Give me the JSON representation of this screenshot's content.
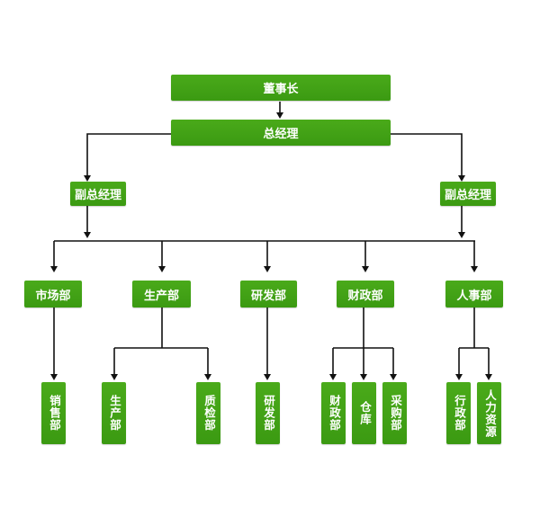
{
  "org_chart": {
    "chairman": "董事长",
    "general_manager": "总经理",
    "deputy_gm_left": "副总经理",
    "deputy_gm_right": "副总经理",
    "departments": {
      "marketing": "市场部",
      "production": "生产部",
      "rnd": "研发部",
      "finance": "财政部",
      "hr": "人事部"
    },
    "sub_units": {
      "sales": "销售部",
      "production_unit": "生产部",
      "quality": "质检部",
      "rnd_unit": "研发部",
      "finance_unit": "财政部",
      "warehouse": "仓库",
      "purchasing": "采购部",
      "admin": "行政部",
      "hr_resources": "人力资源"
    }
  },
  "colors": {
    "box_fill": "#42a318",
    "box_text": "#ffffff",
    "line": "#111111"
  }
}
